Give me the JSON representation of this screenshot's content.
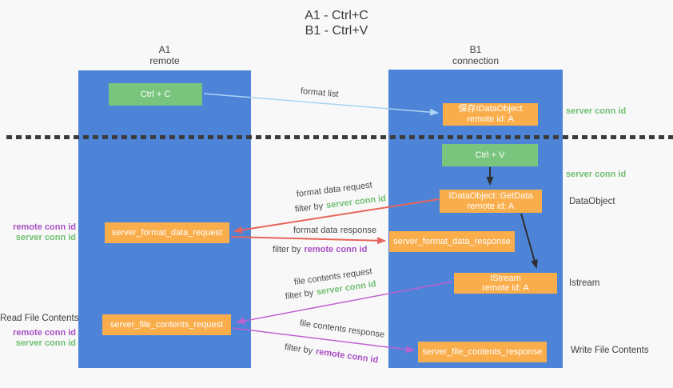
{
  "title": {
    "line1": "A1 - Ctrl+C",
    "line2": "B1 - Ctrl+V"
  },
  "lanes": {
    "left": {
      "name": "A1",
      "subtitle": "remote"
    },
    "right": {
      "name": "B1",
      "subtitle": "connection"
    }
  },
  "boxes": {
    "ctrl_c": "Ctrl + C",
    "ctrl_v": "Ctrl + V",
    "save_dataobject_line1": "保存IDataObject",
    "save_dataobject_line2": "remote id: A",
    "getdata_line1": "IDataObject::GetData",
    "getdata_line2": "remote id: A",
    "istream_line1": "IStream",
    "istream_line2": "remote id: A",
    "format_request": "server_format_data_request",
    "format_response": "server_format_data_response",
    "file_request": "server_file_contents_request",
    "file_response": "server_file_contents_response"
  },
  "edge_labels": {
    "format_list": "format list",
    "format_req": "format data request",
    "format_req_filter_prefix": "filter by",
    "format_req_filter_key": "server conn id",
    "format_resp": "format data response",
    "format_resp_filter_prefix": "filter by",
    "format_resp_filter_key": "remote conn id",
    "file_req": "file contents request",
    "file_req_filter_prefix": "filter by",
    "file_req_filter_key": "server conn id",
    "file_resp": "file contents response",
    "file_resp_filter_prefix": "filter by",
    "file_resp_filter_key": "remote conn id"
  },
  "annotations": {
    "left": {
      "format_remote": "remote conn id",
      "format_server": "server conn id",
      "read_file": "Read File Contents",
      "file_remote": "remote conn id",
      "file_server": "server conn id"
    },
    "right": {
      "server_conn_top": "server conn id",
      "server_conn_mid": "server conn id",
      "dataobject": "DataObject",
      "istream": "Istream",
      "write_file": "Write File Contents"
    }
  },
  "colors": {
    "background": "#F8F8F8",
    "lane_blue": "#4D84D8",
    "box_green": "#7AC57D",
    "box_orange": "#F9AD4B",
    "arrow_blue": "#A9D4F2",
    "arrow_red": "#E8645C",
    "arrow_magenta": "#BE62D0",
    "arrow_black": "#2E2E2E",
    "label_green": "#6FBF72",
    "label_purple": "#A94FC5",
    "text_dark": "#3D3D3D"
  }
}
